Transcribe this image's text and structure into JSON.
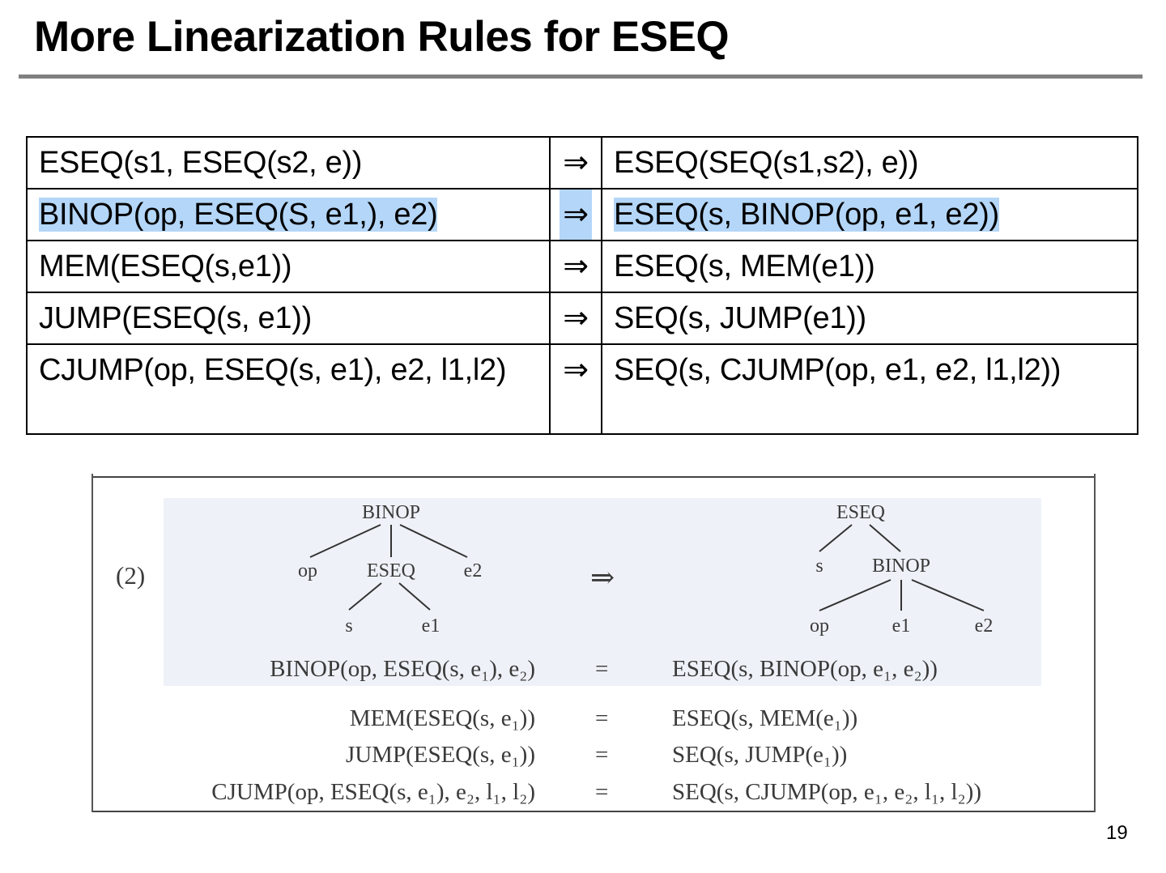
{
  "slide": {
    "title": "More Linearization Rules for ESEQ",
    "page_number": "19"
  },
  "rules": [
    {
      "left": "ESEQ(s1, ESEQ(s2, e))",
      "arrow": "⇒",
      "right": "ESEQ(SEQ(s1,s2), e))"
    },
    {
      "left": "BINOP(op, ESEQ(S, e1,), e2)",
      "arrow": "⇒",
      "right": "ESEQ(s, BINOP(op, e1, e2))"
    },
    {
      "left": "MEM(ESEQ(s,e1))",
      "arrow": "⇒",
      "right": "ESEQ(s, MEM(e1))"
    },
    {
      "left": "JUMP(ESEQ(s, e1))",
      "arrow": "⇒",
      "right": "SEQ(s, JUMP(e1))"
    },
    {
      "left": "CJUMP(op, ESEQ(s, e1), e2, l1,l2)",
      "arrow": "⇒",
      "right": "SEQ(s, CJUMP(op, e1, e2, l1,l2))"
    }
  ],
  "figure": {
    "number": "(2)",
    "implies": "⇒",
    "left_tree": {
      "root": "BINOP",
      "op": "op",
      "eseq": "ESEQ",
      "e2": "e2",
      "s": "s",
      "e1": "e1"
    },
    "right_tree": {
      "root": "ESEQ",
      "s": "s",
      "binop": "BINOP",
      "op": "op",
      "e1": "e1",
      "e2": "e2"
    },
    "equations": [
      {
        "lhs": "BINOP(op, ESEQ(s, e₁), e₂)",
        "sign": "=",
        "rhs": "ESEQ(s, BINOP(op, e₁, e₂))"
      },
      {
        "lhs": "MEM(ESEQ(s, e₁))",
        "sign": "=",
        "rhs": "ESEQ(s, MEM(e₁))"
      },
      {
        "lhs": "JUMP(ESEQ(s, e₁))",
        "sign": "=",
        "rhs": "SEQ(s, JUMP(e₁))"
      },
      {
        "lhs": "CJUMP(op, ESEQ(s, e₁), e₂, l₁, l₂)",
        "sign": "=",
        "rhs": "SEQ(s, CJUMP(op, e₁, e₂, l₁, l₂))"
      }
    ],
    "band_color": "#eef2f8"
  },
  "colors": {
    "highlight": "#b4d6f8",
    "title_rule": "#808080"
  }
}
